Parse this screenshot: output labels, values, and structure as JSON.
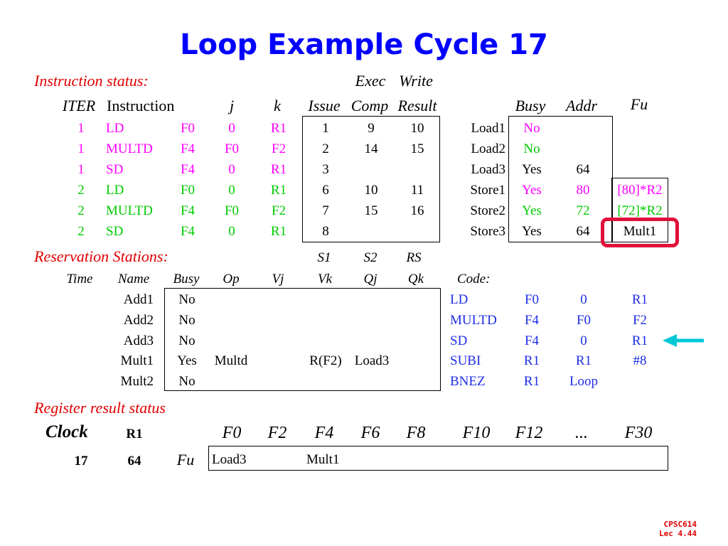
{
  "title": "Loop Example Cycle 17",
  "instr_status": {
    "section_label": "Instruction status:",
    "exec_label": "Exec",
    "write_label": "Write",
    "headers": {
      "iter": "ITER",
      "instruction": "Instruction",
      "j": "j",
      "k": "k",
      "issue": "Issue",
      "comp": "Comp",
      "result": "Result"
    },
    "rows": [
      {
        "iter": "1",
        "op": "LD",
        "reg": "F0",
        "j": "0",
        "k": "R1",
        "issue": "1",
        "comp": "9",
        "result": "10",
        "color": "magenta"
      },
      {
        "iter": "1",
        "op": "MULTD",
        "reg": "F4",
        "j": "F0",
        "k": "F2",
        "issue": "2",
        "comp": "14",
        "result": "15",
        "color": "magenta"
      },
      {
        "iter": "1",
        "op": "SD",
        "reg": "F4",
        "j": "0",
        "k": "R1",
        "issue": "3",
        "comp": "",
        "result": "",
        "color": "magenta"
      },
      {
        "iter": "2",
        "op": "LD",
        "reg": "F0",
        "j": "0",
        "k": "R1",
        "issue": "6",
        "comp": "10",
        "result": "11",
        "color": "green"
      },
      {
        "iter": "2",
        "op": "MULTD",
        "reg": "F4",
        "j": "F0",
        "k": "F2",
        "issue": "7",
        "comp": "15",
        "result": "16",
        "color": "green"
      },
      {
        "iter": "2",
        "op": "SD",
        "reg": "F4",
        "j": "0",
        "k": "R1",
        "issue": "8",
        "comp": "",
        "result": "",
        "color": "green"
      }
    ]
  },
  "buffers": {
    "headers": {
      "busy": "Busy",
      "addr": "Addr",
      "fu": "Fu"
    },
    "rows": [
      {
        "name": "Load1",
        "busy": "No",
        "addr": "",
        "fu": "",
        "color": "magenta"
      },
      {
        "name": "Load2",
        "busy": "No",
        "addr": "",
        "fu": "",
        "color": "green"
      },
      {
        "name": "Load3",
        "busy": "Yes",
        "addr": "64",
        "fu": "",
        "color": "black"
      },
      {
        "name": "Store1",
        "busy": "Yes",
        "addr": "80",
        "fu": "[80]*R2",
        "color": "magenta"
      },
      {
        "name": "Store2",
        "busy": "Yes",
        "addr": "72",
        "fu": "[72]*R2",
        "color": "green"
      },
      {
        "name": "Store3",
        "busy": "Yes",
        "addr": "64",
        "fu": "Mult1",
        "color": "black"
      }
    ]
  },
  "reservation": {
    "section_label": "Reservation Stations:",
    "top_headers": {
      "s1": "S1",
      "s2": "S2",
      "rs": "RS"
    },
    "headers": {
      "time": "Time",
      "name": "Name",
      "busy": "Busy",
      "op": "Op",
      "vj": "Vj",
      "vk": "Vk",
      "qj": "Qj",
      "qk": "Qk"
    },
    "rows": [
      {
        "time": "",
        "name": "Add1",
        "busy": "No",
        "op": "",
        "vj": "",
        "vk": "",
        "qj": "",
        "qk": ""
      },
      {
        "time": "",
        "name": "Add2",
        "busy": "No",
        "op": "",
        "vj": "",
        "vk": "",
        "qj": "",
        "qk": ""
      },
      {
        "time": "",
        "name": "Add3",
        "busy": "No",
        "op": "",
        "vj": "",
        "vk": "",
        "qj": "",
        "qk": ""
      },
      {
        "time": "",
        "name": "Mult1",
        "busy": "Yes",
        "op": "Multd",
        "vj": "",
        "vk": "R(F2)",
        "qj": "Load3",
        "qk": ""
      },
      {
        "time": "",
        "name": "Mult2",
        "busy": "No",
        "op": "",
        "vj": "",
        "vk": "",
        "qj": "",
        "qk": ""
      }
    ]
  },
  "code": {
    "label": "Code:",
    "lines": [
      {
        "op": "LD",
        "a": "F0",
        "b": "0",
        "c": "R1"
      },
      {
        "op": "MULTD",
        "a": "F4",
        "b": "F0",
        "c": "F2"
      },
      {
        "op": "SD",
        "a": "F4",
        "b": "0",
        "c": "R1"
      },
      {
        "op": "SUBI",
        "a": "R1",
        "b": "R1",
        "c": "#8"
      },
      {
        "op": "BNEZ",
        "a": "R1",
        "b": "Loop",
        "c": ""
      }
    ],
    "current_line_arrow_color": "#00c8d8"
  },
  "register_status": {
    "section_label": "Register result status",
    "clock_label": "Clock",
    "r1_label": "R1",
    "fu_label": "Fu",
    "regs": [
      "F0",
      "F2",
      "F4",
      "F6",
      "F8",
      "F10",
      "F12",
      "...",
      "F30"
    ],
    "clock_value": "17",
    "r1_value": "64",
    "fu_values": [
      "Load3",
      "",
      "Mult1",
      "",
      "",
      "",
      "",
      "",
      ""
    ]
  },
  "highlight_color": "#e0103a",
  "footer": {
    "line1": "CPSC614",
    "line2": "Lec 4.44"
  }
}
